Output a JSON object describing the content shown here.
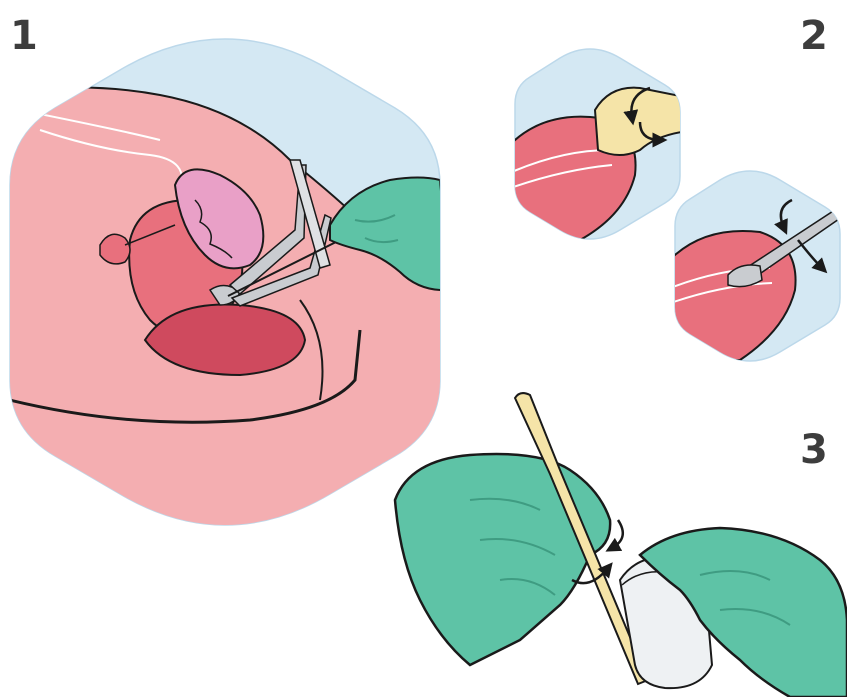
{
  "steps": [
    {
      "number": "1",
      "illustration": "speculum-insertion-cross-section"
    },
    {
      "number": "2",
      "illustration": "sampling-devices-rotated-at-cervix"
    },
    {
      "number": "3",
      "illustration": "sampler-rinsed-in-vial"
    }
  ],
  "colors": {
    "hexagon_bg": "#d4e8f3",
    "hexagon_edge": "#bcd8ea",
    "skin": "#f4aeb1",
    "tissue": "#e8707d",
    "organ_dark": "#cf4a5e",
    "uterus": "#e9a0c7",
    "glove": "#5ec3a6",
    "glove_shadow": "#3f9c82",
    "instrument": "#c9ccd0",
    "spatula": "#f5e4a8",
    "outline": "#1a1a1a",
    "number_text": "#3d3d3d"
  },
  "icons": [
    "rotation-arrow-icon"
  ]
}
